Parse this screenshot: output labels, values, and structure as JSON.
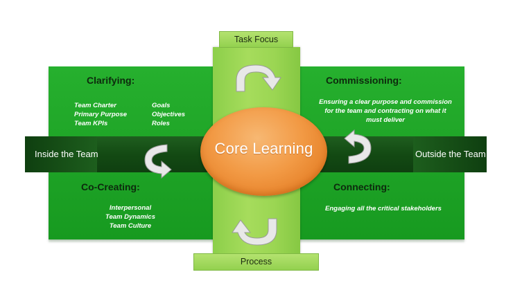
{
  "column": {
    "top_label": "Task Focus",
    "bottom_label": "Process"
  },
  "band": {
    "left_label": "Inside the Team",
    "right_label": "Outside the Team"
  },
  "core": {
    "label": "Core Learning"
  },
  "quadrants": {
    "clarifying": {
      "heading": "Clarifying:",
      "left_items": [
        "Team Charter",
        "Primary Purpose",
        "Team KPIs"
      ],
      "right_items": [
        "Goals",
        "Objectives",
        "Roles"
      ]
    },
    "commissioning": {
      "heading": "Commissioning:",
      "lines": [
        "Ensuring a clear purpose and commission",
        "for the team and contracting on what it",
        "must deliver"
      ]
    },
    "co_creating": {
      "heading": "Co-Creating:",
      "items": [
        "Interpersonal",
        "Team Dynamics",
        "Team Culture"
      ]
    },
    "connecting": {
      "heading": "Connecting:",
      "lines": [
        "Engaging all the critical stakeholders"
      ]
    }
  },
  "colors": {
    "board_green": "#1ea326",
    "band_dark_green": "#134a13",
    "column_light_green": "#a6dc5c",
    "core_orange": "#f29a45"
  },
  "icons": [
    "curved-arrow-icon"
  ]
}
